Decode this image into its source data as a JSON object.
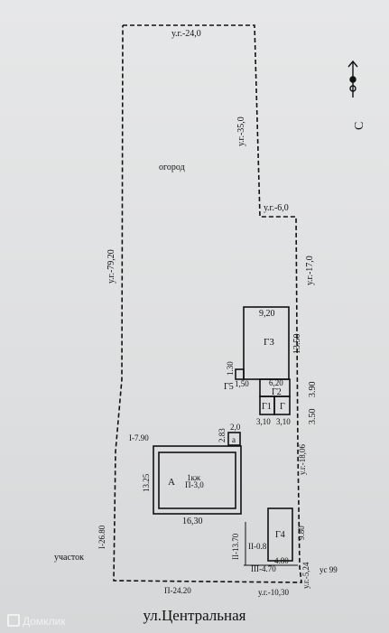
{
  "labels": {
    "north_top": "у.г.-24,0",
    "east_upper": "у.г.-35,0",
    "garden": "огород",
    "step": "у.г.-6,0",
    "east_mid": "у.г.-17,0",
    "west_long": "у.г.-79,20",
    "g3_width": "9,20",
    "g3": "Г3",
    "g3_height": "13.50",
    "g5_h": "1.30",
    "g5_w": "1,50",
    "g5": "Г5",
    "g2_w": "6,20",
    "g2": "Г2",
    "g1": "Г1",
    "g": "Г",
    "side_390": "3.90",
    "w_310a": "3,10",
    "w_310b": "3,10",
    "side_350": "3.50",
    "a_small_w": "2,0",
    "a_small_h": "2.83",
    "a_small": "а",
    "i790": "I-7.90",
    "house_w": "16,30",
    "house_h": "13.25",
    "house_a": "А",
    "house_floor": "1кж",
    "house_p": "П-3,0",
    "east_1806": "у.г.-18,06",
    "i2680": "I-26.80",
    "plot": "участок",
    "ii1370": "II-13.70",
    "ii08": "II-0.8",
    "g4": "Г4",
    "g4_h": "9.80",
    "g4_w": "4.80",
    "iii470": "III-4.70",
    "ug524": "у.г.-5,24",
    "us99": "ус 99",
    "p2420": "П-24.20",
    "ug1030": "у.г.-10,30",
    "street": "ул.Центральная",
    "compass": "С",
    "watermark": "Домклик"
  }
}
